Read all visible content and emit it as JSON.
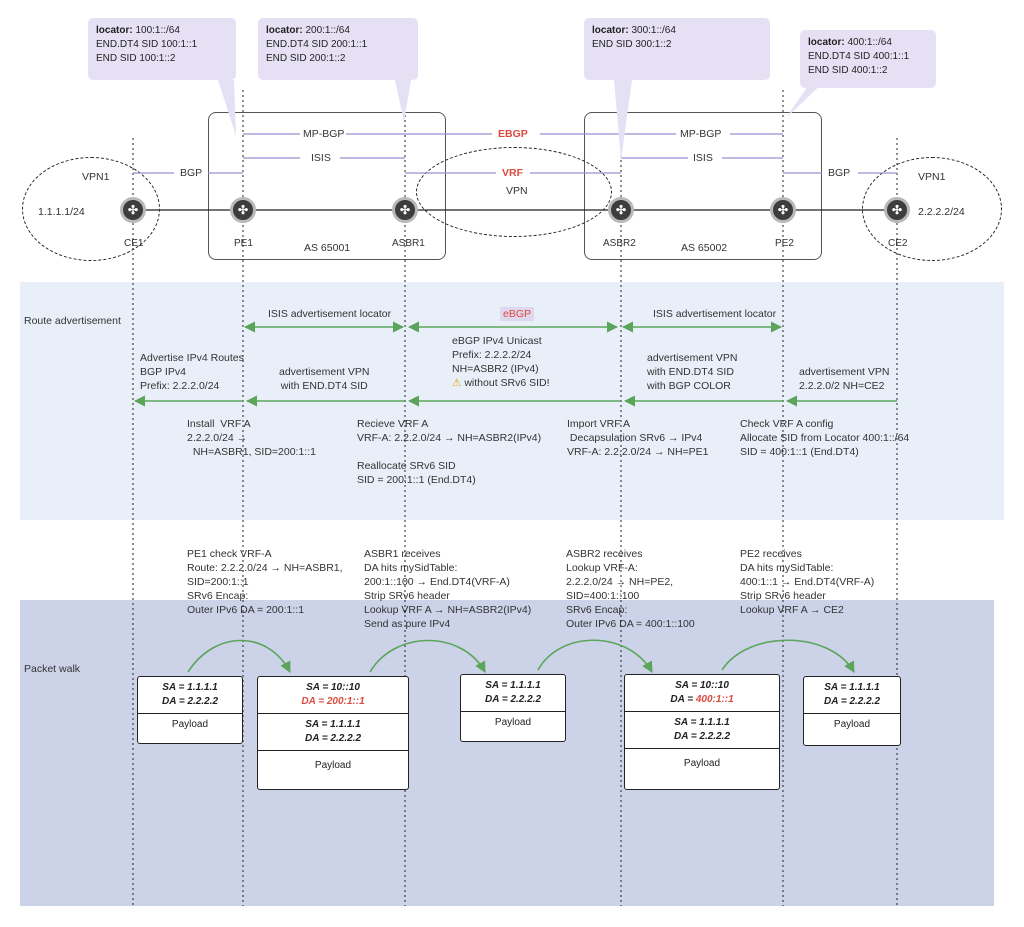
{
  "colors": {
    "arrow": "#5aa55a",
    "band": "#e9eff8",
    "packet_band": "#ccd3e9",
    "callout": "#e6e0f5",
    "accent_red": "#d94b3f"
  },
  "callouts": {
    "pe1": {
      "locator_label": "locator:",
      "locator": " 100:1::/64",
      "line2": "END.DT4 SID 100:1::1",
      "line3": "END SID 100:1::2"
    },
    "asbr1": {
      "locator_label": "locator:",
      "locator": " 200:1::/64",
      "line2": "END.DT4 SID 200:1::1",
      "line3": "END SID 200:1::2"
    },
    "asbr2": {
      "locator_label": "locator:",
      "locator": " 300:1::/64",
      "line2": "END SID 300:1::2"
    },
    "pe2": {
      "locator_label": "locator:",
      "locator": " 400:1::/64",
      "line2": "END.DT4 SID 400:1::1",
      "line3": "END SID 400:1::2"
    }
  },
  "topology": {
    "vpn1_left": "VPN1",
    "vpn1_right": "VPN1",
    "ce1_ip": "1.1.1.1/24",
    "ce2_ip": "2.2.2.2/24",
    "ce1": "CE1",
    "pe1": "PE1",
    "asbr1": "ASBR1",
    "asbr2": "ASBR2",
    "pe2": "PE2",
    "ce2": "CE2",
    "as1": "AS 65001",
    "as2": "AS 65002",
    "bgp_left": "BGP",
    "bgp_right": "BGP",
    "mpbgp_left": "MP-BGP",
    "mpbgp_right": "MP-BGP",
    "isis_left": "ISIS",
    "isis_right": "ISIS",
    "ebgp": "EBGP",
    "vrf": "VRF",
    "vpn": "VPN"
  },
  "route_adv": {
    "section_label": "Route advertisement",
    "isis_left": "ISIS advertisement locator",
    "ebgp": "eBGP",
    "isis_right": "ISIS advertisement locator",
    "col1": "Advertise IPv4 Routes\nBGP IPv4\nPrefix: 2.2.2.0/24",
    "col2": "advertisement VPN\nwith END.DT4 SID",
    "col3_l1": "eBGP IPv4 Unicast",
    "col3_l2": "Prefix: 2.2.2.2/24",
    "col3_l3": "NH=ASBR2 (IPv4)",
    "col3_warn": "⚠",
    "col3_l4": " without SRv6 SID!",
    "col4": "advertisement VPN\nwith END.DT4 SID\nwith BGP COLOR",
    "col5": "advertisement VPN\n2.2.2.0/2 NH=CE2",
    "note1": "Install  VRF A\n2.2.2.0/24 →\n  NH=ASBR1, SID=200:1::1",
    "note2": "Recieve VRF A\nVRF-A: 2.2.2.0/24 → NH=ASBR2(IPv4)\n\nReallocate SRv6 SID\nSID = 200:1::1 (End.DT4)",
    "note3": "Import VRF A\n Decapsulation SRv6 → IPv4\nVRF-A: 2.2.2.0/24 → NH=PE1",
    "note4": "Check VRF A config\nAllocate SID from Locator 400:1::/64\nSID = 400:1::1 (End.DT4)"
  },
  "packet_walk": {
    "section_label": "Packet walk",
    "step1": "PE1 check VRF-A\nRoute: 2.2.2.0/24 → NH=ASBR1,\nSID=200:1::1\nSRv6 Encap:\nOuter IPv6 DA = 200:1::1",
    "step2": "ASBR1 receives\nDA hits mySidTable:\n200:1::100 → End.DT4(VRF-A)\nStrip SRv6 header\nLookup VRF A → NH=ASBR2(IPv4)\nSend as pure IPv4",
    "step3": "ASBR2 receives\nLookup VRF-A:\n2.2.2.0/24 → NH=PE2,\nSID=400:1::100\nSRv6 Encap:\nOuter IPv6 DA = 400:1::100",
    "step4": "PE2 receives\nDA hits mySidTable:\n400:1::1 → End.DT4(VRF-A)\nStrip SRv6 header\nLookup VRF A → CE2",
    "packets": [
      {
        "sa": "SA = 1.1.1.1",
        "da": "DA = 2.2.2.2",
        "payload": "Payload"
      },
      {
        "outer_sa": "SA =  10::10",
        "outer_da": "DA =  200:1::1",
        "sa": "SA = 1.1.1.1",
        "da": "DA = 2.2.2.2",
        "payload": "Payload"
      },
      {
        "sa": "SA = 1.1.1.1",
        "da": "DA = 2.2.2.2",
        "payload": "Payload"
      },
      {
        "outer_sa": "SA =  10::10",
        "outer_da_label": "DA = ",
        "outer_da_val": "400:1::1",
        "sa": "SA = 1.1.1.1",
        "da": "DA = 2.2.2.2",
        "payload": "Payload"
      },
      {
        "sa": "SA = 1.1.1.1",
        "da": "DA = 2.2.2.2",
        "payload": "Payload"
      }
    ]
  }
}
